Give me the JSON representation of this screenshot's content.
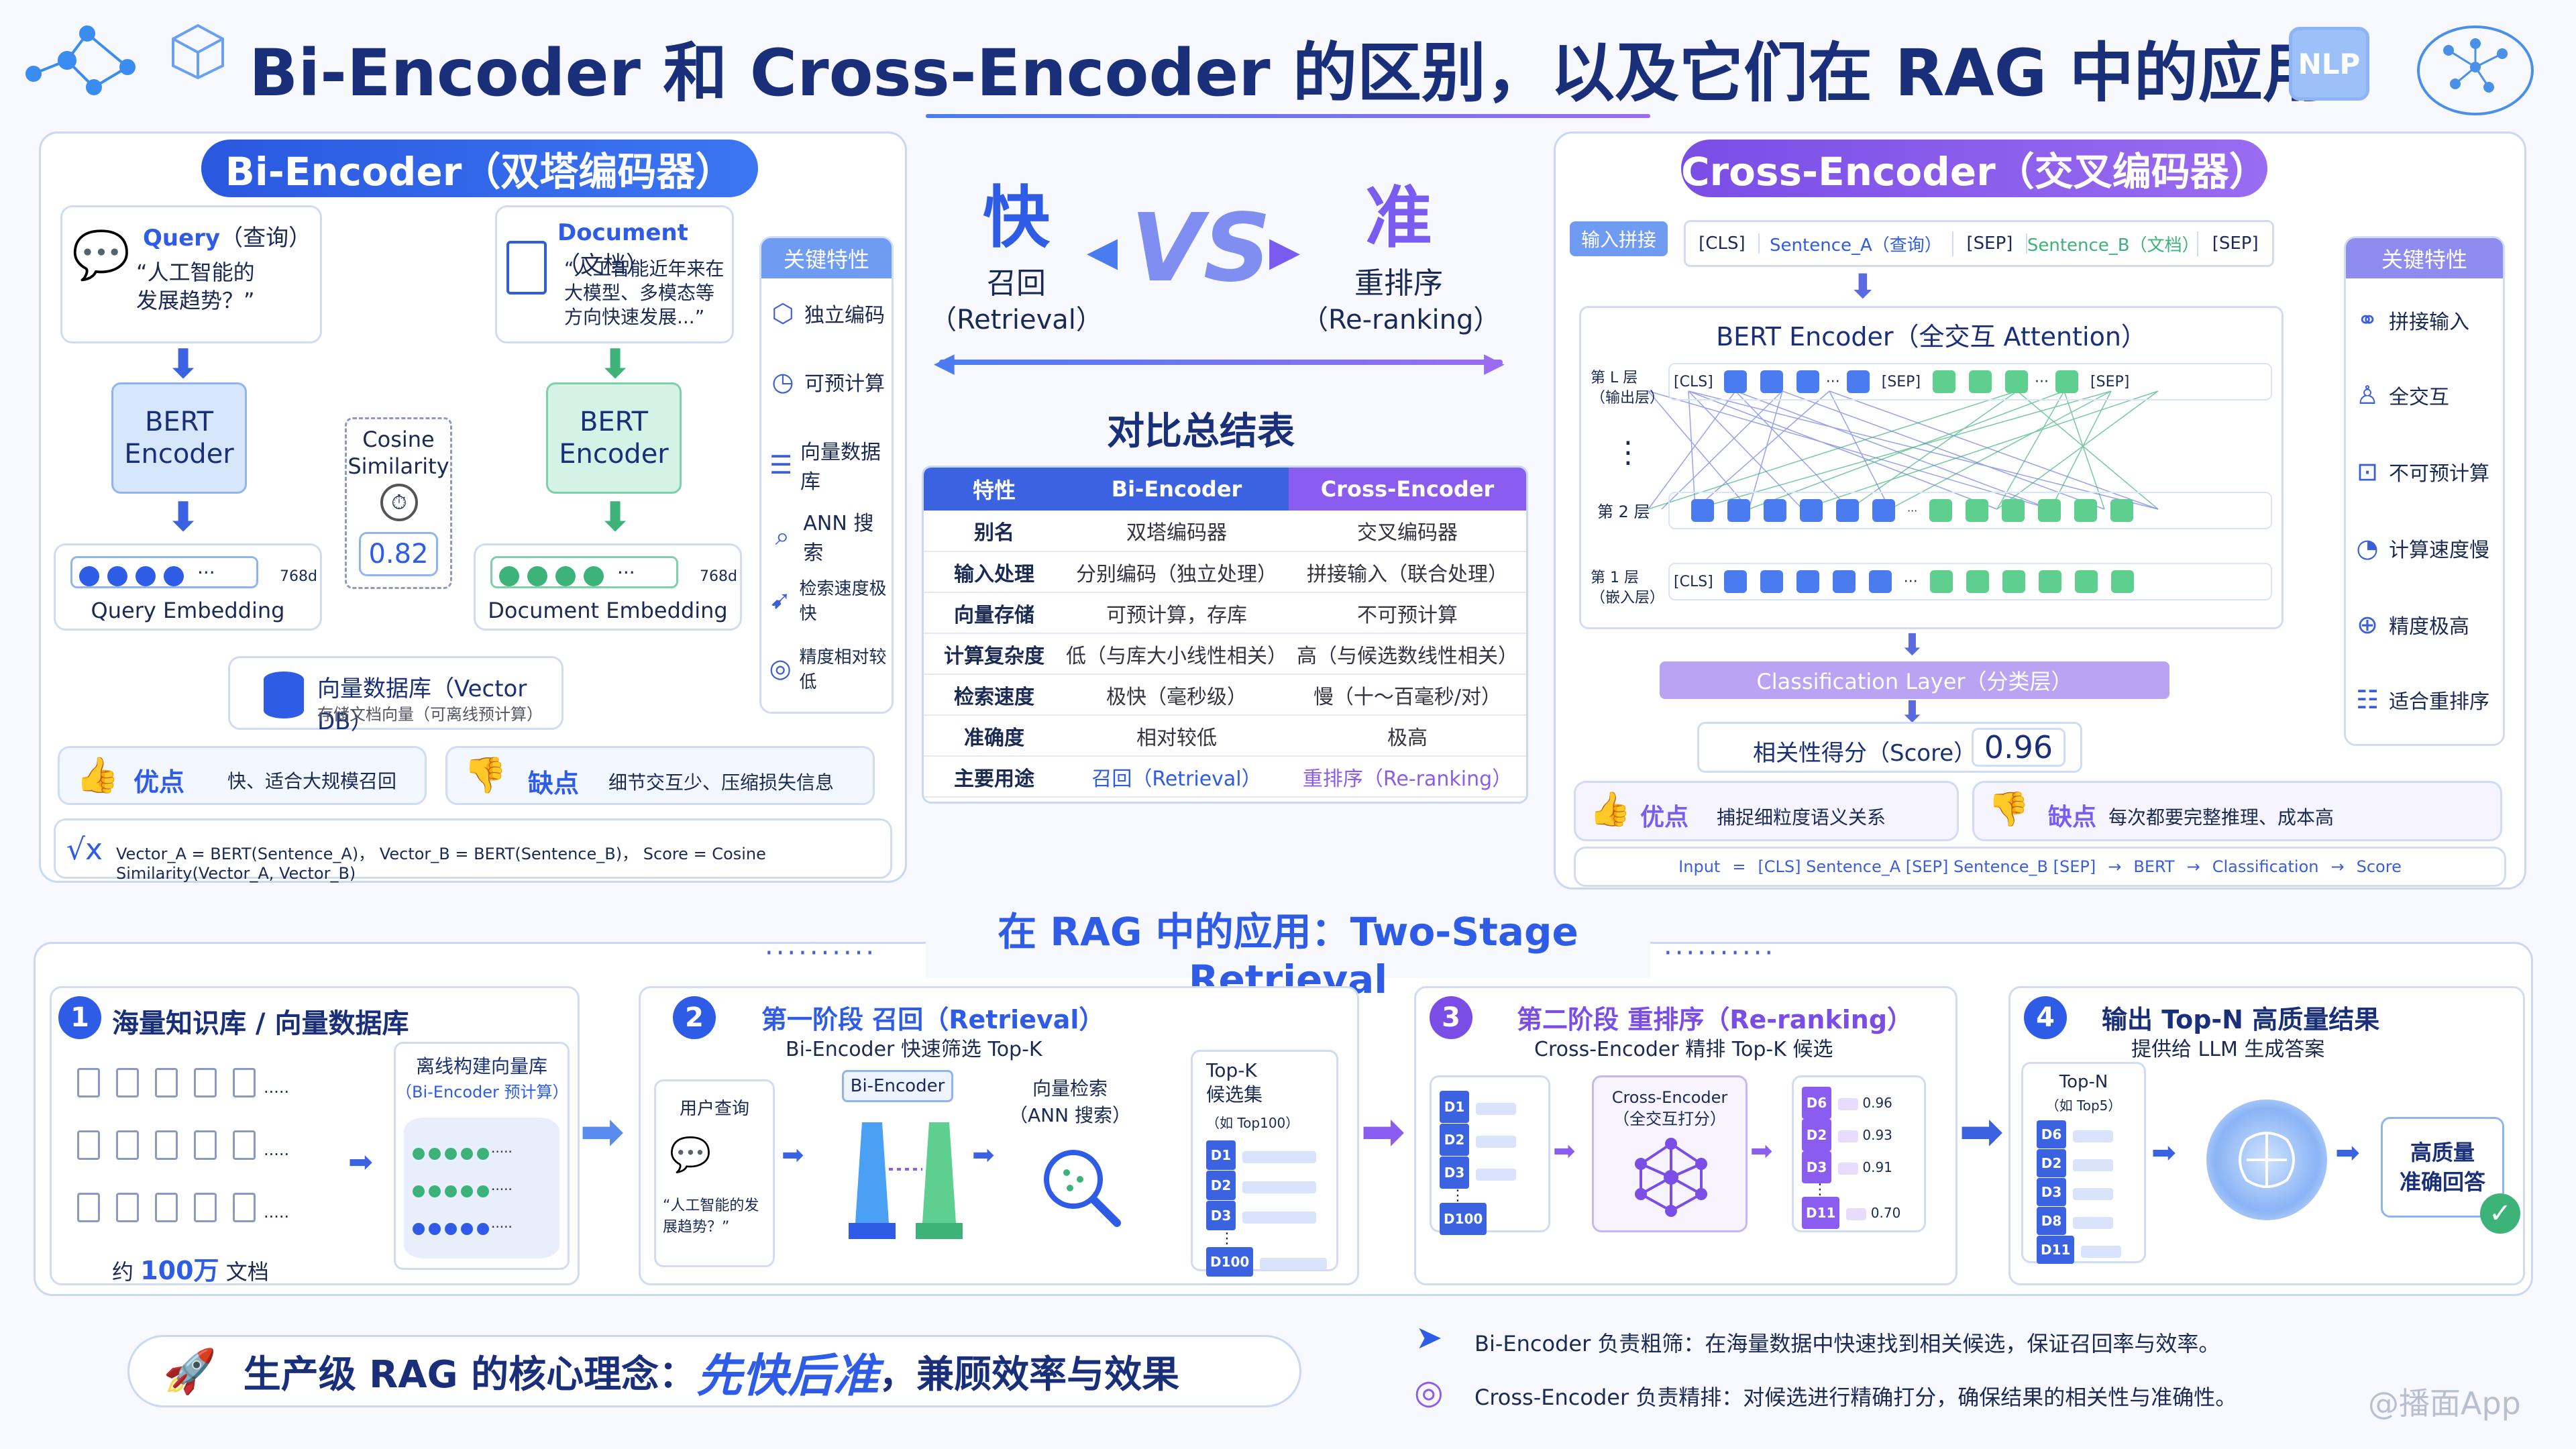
{
  "title": "Bi-Encoder 和 Cross-Encoder 的区别，以及它们在 RAG 中的应用",
  "nlp_badge": "NLP",
  "watermark": "@播面App",
  "bi": {
    "header": "Bi-Encoder（双塔编码器）",
    "query_title": "Query",
    "query_sub": "（查询）",
    "query_text": "“人工智能的发展趋势？”",
    "doc_title": "Document",
    "doc_sub": "（文档）",
    "doc_text": "“人工智能近年来在大模型、多模态等方向快速发展...”",
    "bert_label": "BERT\nEncoder",
    "cos_label": "Cosine\nSimilarity",
    "cos_value": "0.82",
    "dim": "768d",
    "ellipsis": "···",
    "query_emb": "Query Embedding",
    "doc_emb": "Document Embedding",
    "vdb_title": "向量数据库（Vector DB）",
    "vdb_sub": "存储文档向量（可离线预计算）",
    "features_title": "关键特性",
    "features": [
      "独立编码",
      "可预计算",
      "向量数据库",
      "ANN 搜索",
      "检索速度极快",
      "精度相对较低"
    ],
    "pros_label": "优点",
    "pros_text": "快、适合大规模召回",
    "cons_label": "缺点",
    "cons_text": "细节交互少、压缩损失信息",
    "formula": "Vector_A = BERT(Sentence_A)， Vector_B = BERT(Sentence_B)， Score = Cosine Similarity(Vector_A, Vector_B)"
  },
  "center": {
    "fast": "快",
    "fast_sub": "召回",
    "fast_en": "（Retrieval）",
    "vs": "VS",
    "accurate": "准",
    "acc_sub": "重排序",
    "acc_en": "（Re-ranking）",
    "table_title": "对比总结表",
    "headers": [
      "特性",
      "Bi-Encoder",
      "Cross-Encoder"
    ],
    "rows": [
      [
        "别名",
        "双塔编码器",
        "交叉编码器"
      ],
      [
        "输入处理",
        "分别编码（独立处理）",
        "拼接输入（联合处理）"
      ],
      [
        "向量存储",
        "可预计算，存库",
        "不可预计算"
      ],
      [
        "计算复杂度",
        "低（与库大小线性相关）",
        "高（与候选数线性相关）"
      ],
      [
        "检索速度",
        "极快（毫秒级）",
        "慢（十～百毫秒/对）"
      ],
      [
        "准确度",
        "相对较低",
        "极高"
      ],
      [
        "主要用途",
        "召回（Retrieval）",
        "重排序（Re-ranking）"
      ]
    ]
  },
  "cross": {
    "header": "Cross-Encoder（交叉编码器）",
    "input_label": "输入拼接",
    "tokens": [
      "[CLS]",
      "Sentence_A（查询）",
      "[SEP]",
      "Sentence_B（文档）",
      "[SEP]"
    ],
    "bert_title": "BERT Encoder（全交互 Attention）",
    "layer_l": "第 L 层\n（输出层）",
    "layer_2": "第 2 层",
    "layer_1": "第 1 层\n（嵌入层）",
    "cls": "[CLS]",
    "sep": "[SEP]",
    "vdots": "⋮",
    "ellipsis": "···",
    "cls_layer": "Classification Layer（分类层）",
    "score_label": "相关性得分（Score）",
    "score_value": "0.96",
    "features_title": "关键特性",
    "features": [
      "拼接输入",
      "全交互",
      "不可预计算",
      "计算速度慢",
      "精度极高",
      "适合重排序"
    ],
    "pros_label": "优点",
    "pros_text": "捕捉细粒度语义关系",
    "cons_label": "缺点",
    "cons_text": "每次都要完整推理、成本高",
    "flow": [
      "Input",
      "=",
      "[CLS] Sentence_A [SEP] Sentence_B [SEP]",
      "→",
      "BERT",
      "→",
      "Classification",
      "→",
      "Score"
    ]
  },
  "rag": {
    "title": "在 RAG 中的应用：Two-Stage Retrieval",
    "step1": {
      "num": "1",
      "title": "海量知识库 / 向量数据库",
      "offline": "离线构建向量库",
      "offline_sub": "（Bi-Encoder 预计算）",
      "count_pre": "约",
      "count": "100万",
      "count_post": "文档",
      "ellipsis": "·····"
    },
    "step2": {
      "num": "2",
      "title": "第一阶段  召回（Retrieval）",
      "sub": "Bi-Encoder  快速筛选 Top-K",
      "user_q": "用户查询",
      "user_text": "“人工智能的发展趋势？”",
      "encoder": "Bi-Encoder",
      "search": "向量检索\n（ANN 搜索）",
      "topk": "Top-K\n候选集",
      "topk_sub": "（如 Top100）",
      "docs": [
        "D1",
        "D2",
        "D3",
        "D100"
      ],
      "vdots": "⋮"
    },
    "step3": {
      "num": "3",
      "title": "第二阶段 重排序（Re-ranking）",
      "sub": "Cross-Encoder  精排 Top-K 候选",
      "docs_in": [
        "D1",
        "D2",
        "D3",
        "D100"
      ],
      "ce": "Cross-Encoder\n（全交互打分）",
      "docs_out": [
        {
          "id": "D6",
          "score": "0.96"
        },
        {
          "id": "D2",
          "score": "0.93"
        },
        {
          "id": "D3",
          "score": "0.91"
        },
        {
          "id": "D11",
          "score": "0.70"
        }
      ],
      "vdots": "⋮"
    },
    "step4": {
      "num": "4",
      "title": "输出 Top-N  高质量结果",
      "sub": "提供给 LLM 生成答案",
      "topn": "Top-N",
      "topn_sub": "（如 Top5）",
      "docs": [
        "D6",
        "D2",
        "D3",
        "D8",
        "D11"
      ],
      "answer": "高质量\n准确回答"
    }
  },
  "bottom": {
    "core_pre": "生产级 RAG 的核心理念：",
    "core_hl": "先快后准",
    "core_post": "，兼顾效率与效果",
    "note1": "Bi-Encoder 负责粗筛：在海量数据中快速找到相关候选，保证召回率与效率。",
    "note2": "Cross-Encoder 负责精排：对候选进行精确打分，确保结果的相关性与准确性。"
  },
  "colors": {
    "primary": "#2f5ce6",
    "purple": "#8a5cf0",
    "green": "#3db37a",
    "bert_blue": "#d6e6fb",
    "bert_green": "#d4f2e6"
  }
}
